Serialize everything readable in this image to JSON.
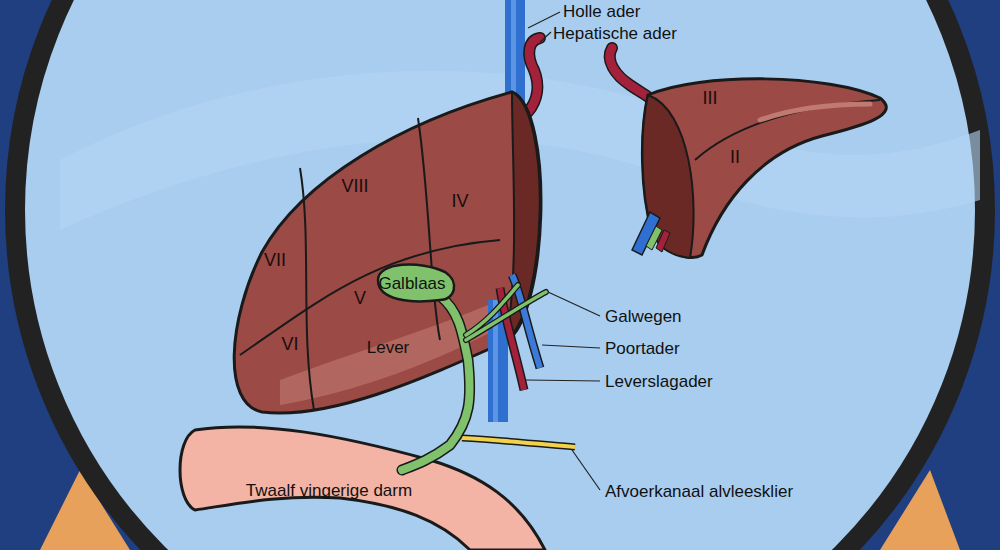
{
  "diagram": {
    "labels": [
      "Holle ader",
      "Hepatische ader",
      "VIII",
      "IV",
      "III",
      "II",
      "VII",
      "V",
      "VI",
      "Galblaas",
      "Lever",
      "Galwegen",
      "Poortader",
      "Leverslagader",
      "Twaalf vingerige darm",
      "Afvoerkanaal alvleesklier"
    ]
  }
}
